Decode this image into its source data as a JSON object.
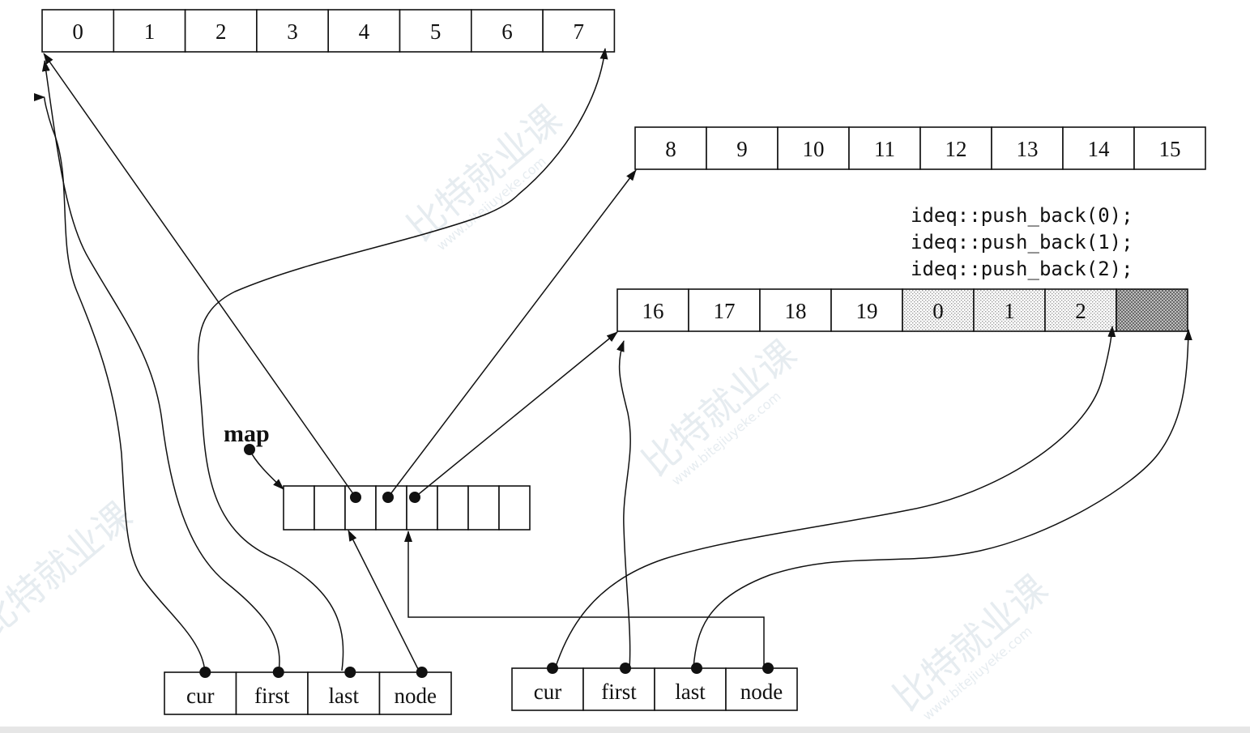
{
  "buffers": [
    {
      "id": "buffer-a",
      "cells": [
        "0",
        "1",
        "2",
        "3",
        "4",
        "5",
        "6",
        "7"
      ],
      "shaded": []
    },
    {
      "id": "buffer-b",
      "cells": [
        "8",
        "9",
        "10",
        "11",
        "12",
        "13",
        "14",
        "15"
      ],
      "shaded": []
    },
    {
      "id": "buffer-c",
      "cells": [
        "16",
        "17",
        "18",
        "19",
        "0",
        "1",
        "2",
        ""
      ],
      "shaded": [
        4,
        5,
        6
      ],
      "hatched": [
        7
      ]
    }
  ],
  "code_lines": [
    "ideq::push_back(0);",
    "ideq::push_back(1);",
    "ideq::push_back(2);"
  ],
  "map": {
    "label": "map",
    "slots": 8
  },
  "start_iterator": {
    "fields": [
      "cur",
      "first",
      "last",
      "node"
    ]
  },
  "finish_iterator": {
    "fields": [
      "cur",
      "first",
      "last",
      "node"
    ]
  },
  "watermark": {
    "brand": "比特就业课",
    "site": "www.bitejiuyeke.com"
  },
  "colors": {
    "ink": "#111111",
    "shade": "#dddddd",
    "watermark": "#b9c9d6"
  }
}
